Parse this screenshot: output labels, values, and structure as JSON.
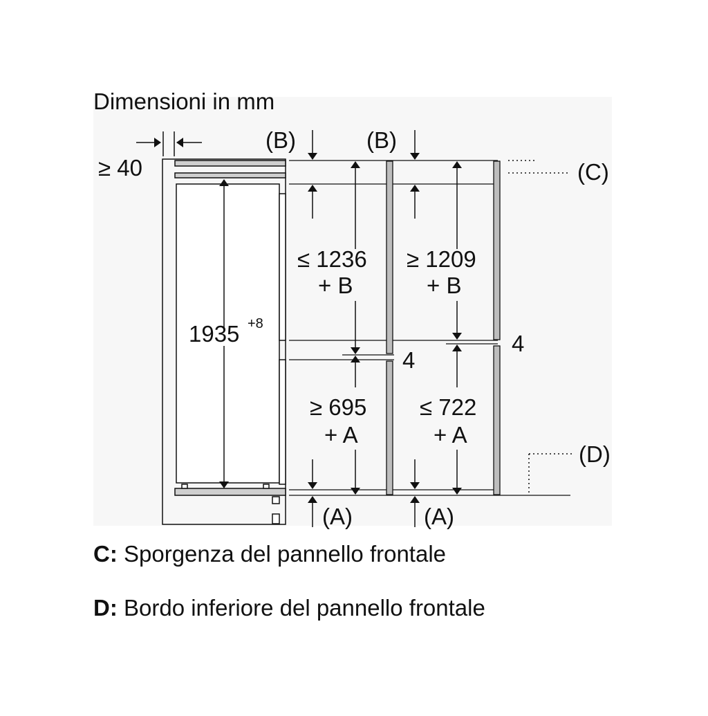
{
  "title": "Dimensioni in mm",
  "labels": {
    "gap_left": "≥ 40",
    "b_left": "(B)",
    "b_right": "(B)",
    "c": "(C)",
    "d": "(D)",
    "a_left": "(A)",
    "a_right": "(A)",
    "height_total": "1935",
    "height_total_tol": "+8",
    "upper_left_1": "≤ 1236",
    "upper_left_2": "+ B",
    "upper_right_1": "≥ 1209",
    "upper_right_2": "+ B",
    "lower_left_1": "≥ 695",
    "lower_left_2": "+ A",
    "lower_right_1": "≤ 722",
    "lower_right_2": "+ A",
    "gap_mid": "4",
    "gap_right": "4"
  },
  "legend": [
    {
      "key": "C:",
      "text": " Sporgenza del pannello frontale"
    },
    {
      "key": "D:",
      "text": " Bordo inferiore del pannello frontale"
    }
  ]
}
